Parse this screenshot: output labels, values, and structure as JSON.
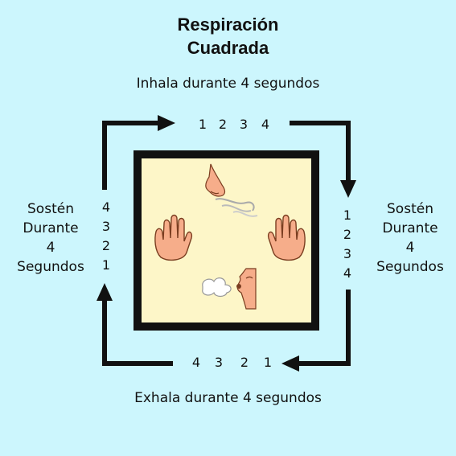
{
  "title": {
    "line1": "Respiración",
    "line2": "Cuadrada"
  },
  "top_caption": "Inhala durante 4 segundos",
  "bottom_caption": "Exhala durante 4 segundos",
  "left_label": [
    "Sostén",
    "Durante",
    "4",
    "Segundos"
  ],
  "right_label": [
    "Sostén",
    "Durante",
    "4",
    "Segundos"
  ],
  "top_counts": [
    "1",
    "2",
    "3",
    "4"
  ],
  "right_counts": [
    "1",
    "2",
    "3",
    "4"
  ],
  "bottom_counts": [
    "4",
    "3",
    "2",
    "1"
  ],
  "left_counts": [
    "4",
    "3",
    "2",
    "1"
  ],
  "icons": [
    "nose-icon",
    "left-hand-icon",
    "right-hand-icon",
    "exhale-face-icon"
  ],
  "colors": {
    "background": "#ccf6fd",
    "square_fill": "#fdf6c8",
    "border": "#111111",
    "skin": "#f6ad8a"
  }
}
